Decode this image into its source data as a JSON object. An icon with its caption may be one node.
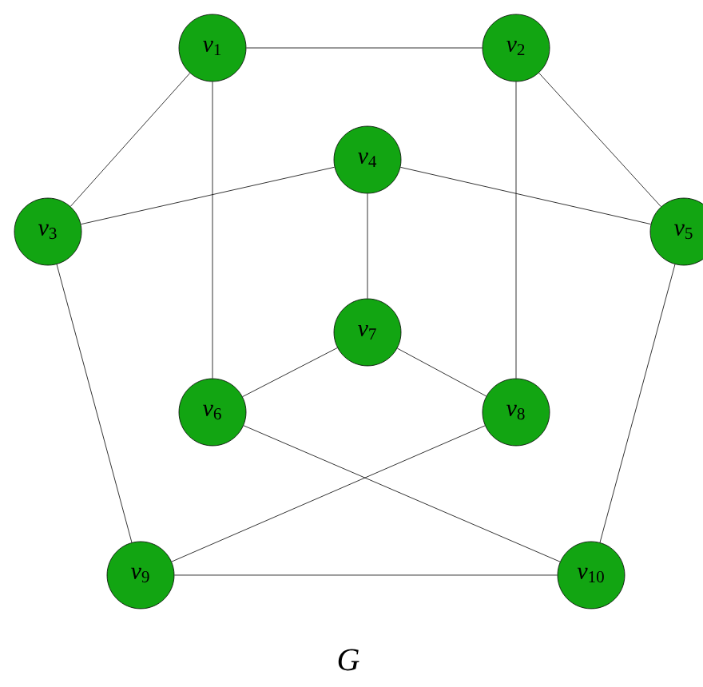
{
  "diagram": {
    "caption": "G",
    "nodes": [
      {
        "text": [
          "*v*$_{1}$"
        ]
      },
      {
        "text": [
          "*v*$_{2}$"
        ]
      },
      {
        "text": [
          "*v*$_{3}$"
        ]
      },
      {
        "text": [
          "*v*$_{4}$"
        ]
      },
      {
        "text": [
          "*v*$_{5}$"
        ]
      },
      {
        "text": [
          "*v*$_{6}$"
        ]
      },
      {
        "text": [
          "*v*$_{7}$"
        ]
      },
      {
        "text": [
          "*v*$_{8}$"
        ]
      },
      {
        "text": [
          "*v*$_{9}$"
        ]
      },
      {
        "text": [
          "*v*$_{10}$"
        ]
      }
    ],
    "edges": [
      {
        "from": 0,
        "to": 1,
        "arrow": "none"
      },
      {
        "from": 0,
        "to": 2,
        "arrow": "none"
      },
      {
        "from": 0,
        "to": 5,
        "arrow": "none"
      },
      {
        "from": 1,
        "to": 4,
        "arrow": "none"
      },
      {
        "from": 1,
        "to": 7,
        "arrow": "none"
      },
      {
        "from": 2,
        "to": 3,
        "arrow": "none"
      },
      {
        "from": 3,
        "to": 4,
        "arrow": "none"
      },
      {
        "from": 3,
        "to": 6,
        "arrow": "none"
      },
      {
        "from": 6,
        "to": 5,
        "arrow": "none"
      },
      {
        "from": 6,
        "to": 7,
        "arrow": "none"
      },
      {
        "from": 2,
        "to": 8,
        "arrow": "none"
      },
      {
        "from": 4,
        "to": 9,
        "arrow": "none"
      },
      {
        "from": 5,
        "to": 9,
        "arrow": "none"
      },
      {
        "from": 7,
        "to": 8,
        "arrow": "none"
      },
      {
        "from": 8,
        "to": 9,
        "arrow": "none"
      }
    ]
  }
}
